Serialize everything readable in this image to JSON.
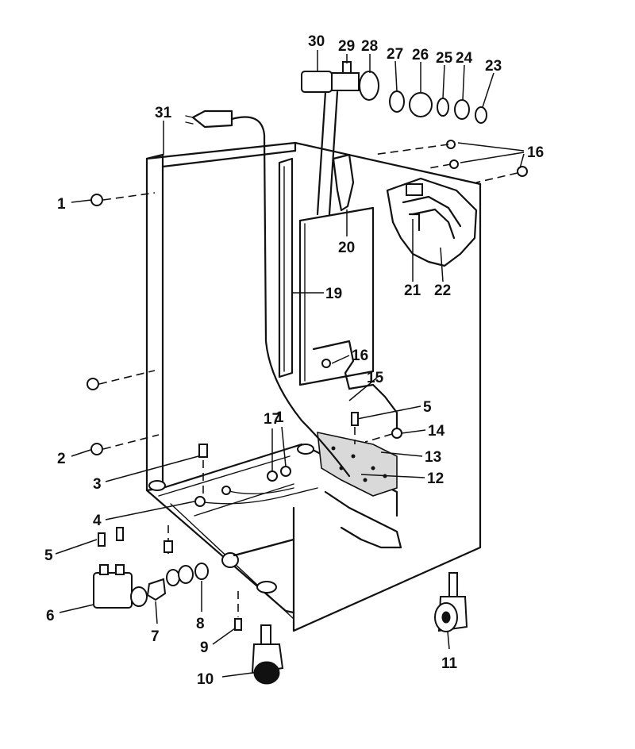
{
  "diagram": {
    "colors": {
      "ink": "#111111",
      "paper": "#ffffff",
      "insulation": "#d9d9d9"
    },
    "callouts": [
      {
        "id": "c30",
        "text": "30"
      },
      {
        "id": "c29",
        "text": "29"
      },
      {
        "id": "c28",
        "text": "28"
      },
      {
        "id": "c27",
        "text": "27"
      },
      {
        "id": "c26",
        "text": "26"
      },
      {
        "id": "c25",
        "text": "25"
      },
      {
        "id": "c24",
        "text": "24"
      },
      {
        "id": "c23",
        "text": "23"
      },
      {
        "id": "c31",
        "text": "31"
      },
      {
        "id": "c16a",
        "text": "16"
      },
      {
        "id": "c1a",
        "text": "1"
      },
      {
        "id": "c20",
        "text": "20"
      },
      {
        "id": "c21",
        "text": "21"
      },
      {
        "id": "c22",
        "text": "22"
      },
      {
        "id": "c19",
        "text": "19"
      },
      {
        "id": "c16b",
        "text": "16"
      },
      {
        "id": "c15",
        "text": "15"
      },
      {
        "id": "c5a",
        "text": "5"
      },
      {
        "id": "c14",
        "text": "14"
      },
      {
        "id": "c17",
        "text": "17"
      },
      {
        "id": "c1b",
        "text": "1"
      },
      {
        "id": "c13",
        "text": "13"
      },
      {
        "id": "c2",
        "text": "2"
      },
      {
        "id": "c3",
        "text": "3"
      },
      {
        "id": "c12",
        "text": "12"
      },
      {
        "id": "c4",
        "text": "4"
      },
      {
        "id": "c5b",
        "text": "5"
      },
      {
        "id": "c6",
        "text": "6"
      },
      {
        "id": "c7",
        "text": "7"
      },
      {
        "id": "c8",
        "text": "8"
      },
      {
        "id": "c9",
        "text": "9"
      },
      {
        "id": "c11",
        "text": "11"
      },
      {
        "id": "c10",
        "text": "10"
      }
    ]
  }
}
